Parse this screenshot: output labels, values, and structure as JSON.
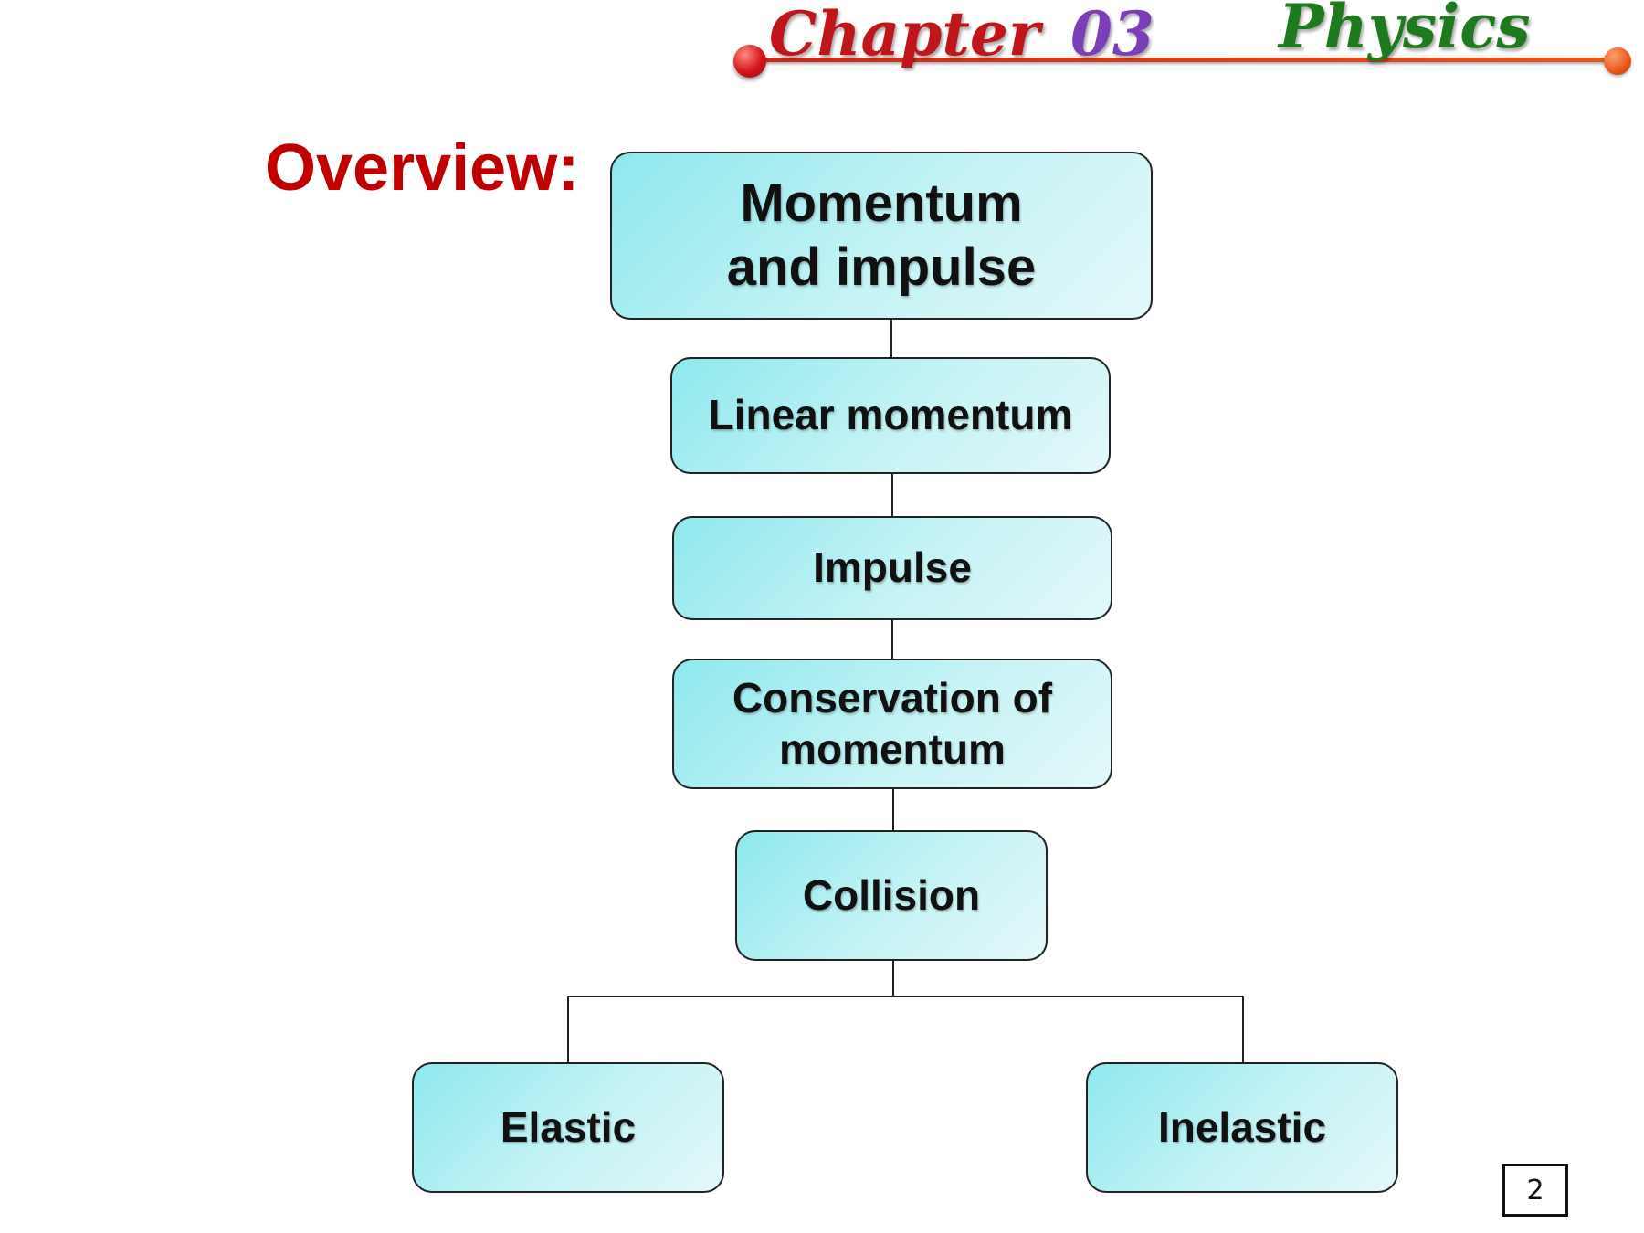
{
  "header": {
    "chapter_label": "Chapter",
    "chapter_number": "03",
    "subject": "Physics",
    "colors": {
      "chapter": "#c0151b",
      "chapter_number": "#7b3db8",
      "subject": "#1f7a1f",
      "rule": "#d4351c"
    }
  },
  "title": "Overview:",
  "diagram": {
    "root": {
      "lines": [
        "Momentum",
        "and impulse"
      ]
    },
    "chain": [
      {
        "lines": [
          "Linear momentum"
        ]
      },
      {
        "lines": [
          "Impulse"
        ]
      },
      {
        "lines": [
          "Conservation of",
          "momentum"
        ]
      },
      {
        "lines": [
          "Collision"
        ]
      }
    ],
    "branches": [
      {
        "lines": [
          "Elastic"
        ]
      },
      {
        "lines": [
          "Inelastic"
        ]
      }
    ],
    "box_fill": "#aef0f2"
  },
  "page_number": "2"
}
